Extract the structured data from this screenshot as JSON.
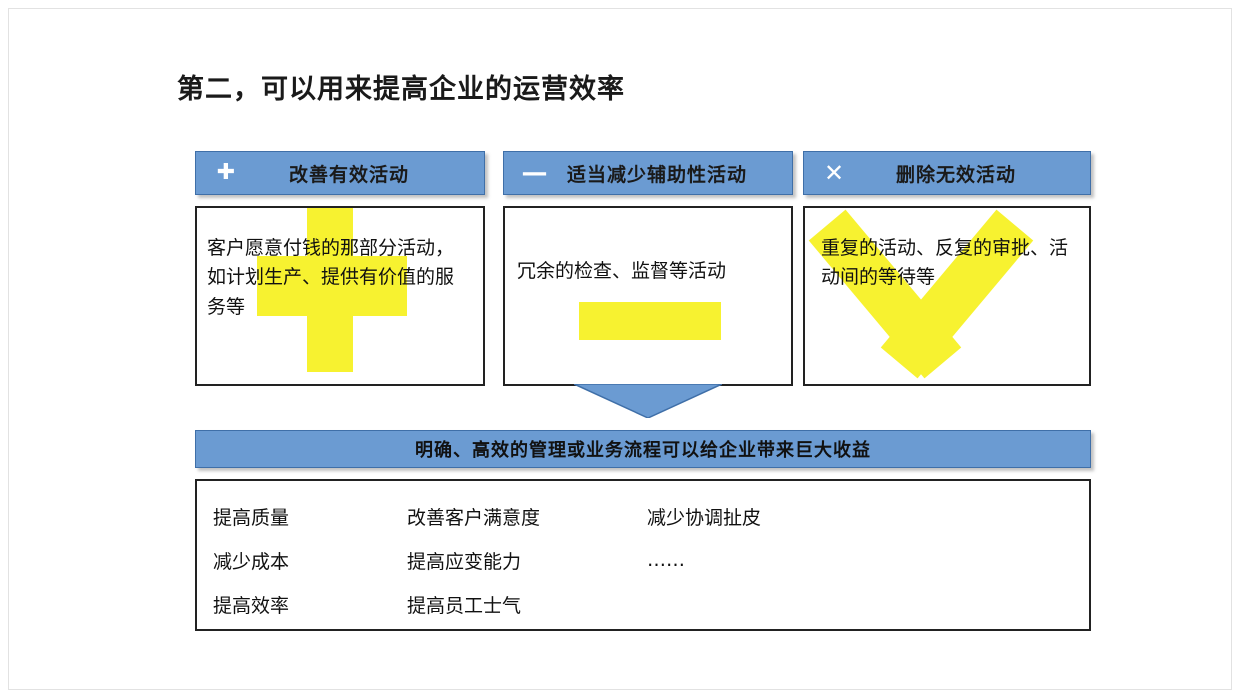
{
  "slide": {
    "title": "第二，可以用来提高企业的运营效率",
    "columns": [
      {
        "symbol": "✚",
        "symbol_name": "plus-icon",
        "header": "改善有效活动",
        "body": "客户愿意付钱的那部分活动，如计划生产、提供有价值的服务等",
        "highlight": "plus-shape"
      },
      {
        "symbol": "▬",
        "symbol_name": "minus-icon",
        "header": "适当减少辅助性活动",
        "body": "冗余的检查、监督等活动",
        "highlight": "bar-shape"
      },
      {
        "symbol": "✕",
        "symbol_name": "cross-icon",
        "header": "删除无效活动",
        "body": "重复的活动、反复的审批、活动间的等待等",
        "highlight": "x-shape"
      }
    ],
    "arrow": "down-arrow",
    "banner": "明确、高效的管理或业务流程可以给企业带来巨大收益",
    "benefits": [
      [
        "提高质量",
        "改善客户满意度",
        "减少协调扯皮"
      ],
      [
        "减少成本",
        "提高应变能力",
        "……"
      ],
      [
        "提高效率",
        "提高员工士气",
        ""
      ]
    ],
    "colors": {
      "header_fill": "#6b9bd2",
      "header_border": "#3f6fa8",
      "highlight": "#f7f230",
      "text": "#111111",
      "box_border": "#222222"
    }
  }
}
